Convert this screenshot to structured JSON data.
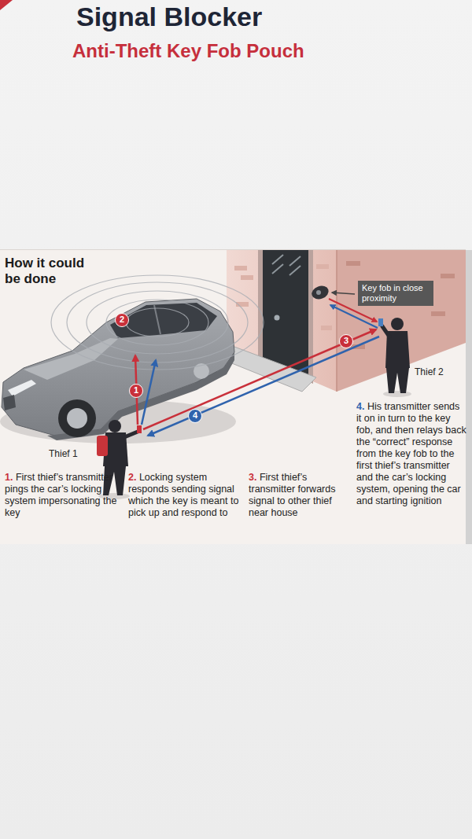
{
  "diagram": {
    "title": "Signal Blocker",
    "nodes": [
      {
        "text": [
          "How it could be done"
        ]
      },
      {
        "text": [
          "Key fob in close proximity"
        ],
        "in": 0
      }
    ],
    "labels": [
      "Anti-Theft Key Fob Pouch",
      "2",
      "1",
      "3",
      "4",
      "Thief 2",
      "Thief 1",
      "1. First thief’s transmitter pings the car’s locking system impersonating the key",
      "2. Locking system responds sending signal which the key is meant to pick up and respond to",
      "3. First thief’s transmitter forwards signal to other thief near house",
      "4. His transmitter sends it on in turn to the key fob, and then relays back the “correct” response from the key fob to the first thief’s transmitter and the car’s locking system, opening the car and starting ignition"
    ]
  }
}
